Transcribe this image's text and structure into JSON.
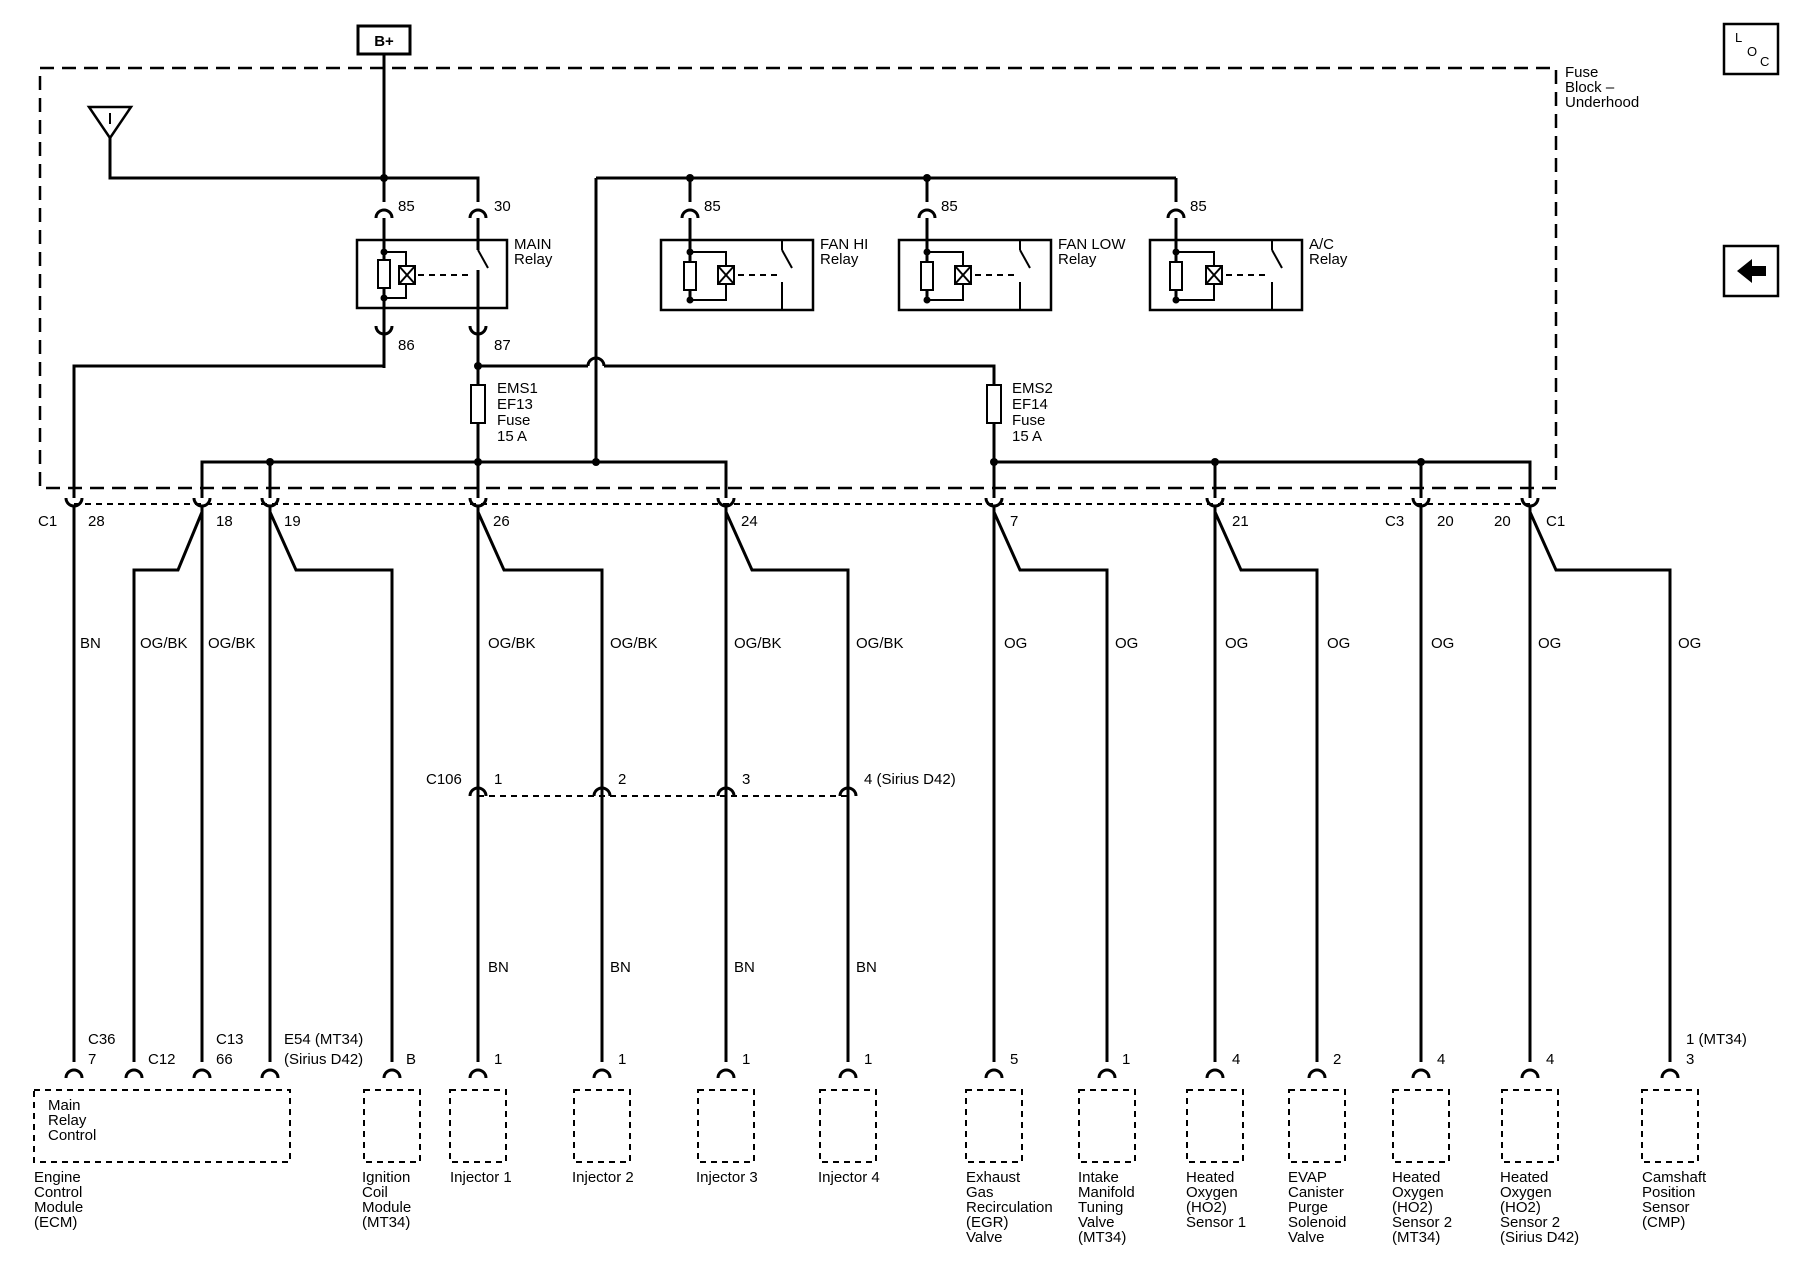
{
  "supply": {
    "label": "B+"
  },
  "fuse_block": {
    "line1": "Fuse",
    "line2": "Block –",
    "line3": "Underhood"
  },
  "nav": {
    "loc_l": "L",
    "loc_o": "O",
    "loc_c": "C",
    "back_arrow": "arrow-left-icon"
  },
  "relays": {
    "main": {
      "name1": "MAIN",
      "name2": "Relay",
      "pin85": "85",
      "pin30": "30",
      "pin86": "86",
      "pin87": "87"
    },
    "fan_hi": {
      "name1": "FAN HI",
      "name2": "Relay",
      "pin85": "85"
    },
    "fan_low": {
      "name1": "FAN LOW",
      "name2": "Relay",
      "pin85": "85"
    },
    "ac": {
      "name1": "A/C",
      "name2": "Relay",
      "pin85": "85"
    }
  },
  "fuses": {
    "ems1": {
      "l1": "EMS1",
      "l2": "EF13",
      "l3": "Fuse",
      "l4": "15 A"
    },
    "ems2": {
      "l1": "EMS2",
      "l2": "EF14",
      "l3": "Fuse",
      "l4": "15 A"
    }
  },
  "connectors": {
    "c1": "C1",
    "c3": "C3",
    "c1b": "C1",
    "c106": "C106"
  },
  "pins": {
    "p28": "28",
    "p18": "18",
    "p19": "19",
    "p26": "26",
    "p24": "24",
    "p7": "7",
    "p21": "21",
    "p20a": "20",
    "p20b": "20"
  },
  "wires": {
    "bn": "BN",
    "ogbk1": "OG/BK",
    "ogbk2": "OG/BK",
    "ogbk3": "OG/BK",
    "ogbk4": "OG/BK",
    "ogbk5": "OG/BK",
    "ogbk6": "OG/BK",
    "og1": "OG",
    "og2": "OG",
    "og3": "OG",
    "og4": "OG",
    "og5": "OG",
    "og6": "OG",
    "og7": "OG",
    "bn1": "BN",
    "bn2": "BN",
    "bn3": "BN",
    "bn4": "BN"
  },
  "c106_pins": {
    "p1": "1",
    "p2": "2",
    "p3": "3",
    "p4": "4 (Sirius D42)"
  },
  "component_pins": {
    "ecm_c36": "C36",
    "ecm_7": "7",
    "ecm_c12": "C12",
    "ecm_c13": "C13",
    "ecm_66": "66",
    "ecm_e54": "E54 (MT34)",
    "ecm_sirius": "(Sirius D42)",
    "icm_b": "B",
    "inj1": "1",
    "inj2": "1",
    "inj3": "1",
    "inj4": "1",
    "egr": "5",
    "imtv": "1",
    "ho2s1": "4",
    "evap": "2",
    "ho2s2a": "4",
    "ho2s2b": "4",
    "cmp_1": "1 (MT34)",
    "cmp_3": "3"
  },
  "components": {
    "ecm_inner": [
      "Main",
      "Relay",
      "Control"
    ],
    "ecm": [
      "Engine",
      "Control",
      "Module",
      "(ECM)"
    ],
    "icm": [
      "Ignition",
      "Coil",
      "Module",
      "(MT34)"
    ],
    "inj1": [
      "Injector 1"
    ],
    "inj2": [
      "Injector 2"
    ],
    "inj3": [
      "Injector 3"
    ],
    "inj4": [
      "Injector 4"
    ],
    "egr": [
      "Exhaust",
      "Gas",
      "Recirculation",
      "(EGR)",
      "Valve"
    ],
    "imtv": [
      "Intake",
      "Manifold",
      "Tuning",
      "Valve",
      "(MT34)"
    ],
    "ho2s1": [
      "Heated",
      "Oxygen",
      "(HO2)",
      "Sensor 1"
    ],
    "evap": [
      "EVAP",
      "Canister",
      "Purge",
      "Solenoid",
      "Valve"
    ],
    "ho2s2a": [
      "Heated",
      "Oxygen",
      "(HO2)",
      "Sensor 2",
      "(MT34)"
    ],
    "ho2s2b": [
      "Heated",
      "Oxygen",
      "(HO2)",
      "Sensor 2",
      "(Sirius D42)"
    ],
    "cmp": [
      "Camshaft",
      "Position",
      "Sensor",
      "(CMP)"
    ]
  }
}
